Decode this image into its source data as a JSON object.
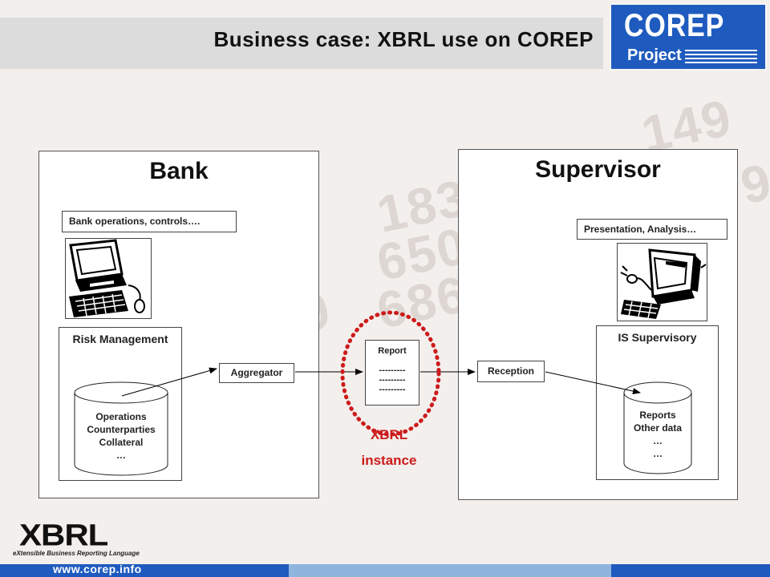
{
  "header": {
    "title": "Business case: XBRL use on COREP"
  },
  "logo": {
    "main": "COREP",
    "sub": "Project"
  },
  "bank": {
    "title": "Bank",
    "operations_label": "Bank operations, controls….",
    "risk_management_title": "Risk Management",
    "database_lines": [
      "Operations",
      "Counterparties",
      "Collateral",
      "…"
    ],
    "aggregator_label": "Aggregator"
  },
  "report": {
    "title": "Report",
    "lines": [
      "---------",
      "---------",
      "---------"
    ]
  },
  "xbrl_instance": {
    "line1": "XBRL",
    "line2": "instance"
  },
  "supervisor": {
    "title": "Supervisor",
    "presentation_label": "Presentation, Analysis…",
    "reception_label": "Reception",
    "is_supervisory_title": "IS Supervisory",
    "database_lines": [
      "Reports",
      "Other data",
      "…",
      "…"
    ]
  },
  "footer": {
    "url": "www.corep.info",
    "xbrl_logo_text": "XBRL",
    "xbrl_logo_tagline": "eXtensible Business Reporting Language"
  },
  "colors": {
    "accent_blue": "#1f5bbf",
    "xbrl_red": "#cc1b1b",
    "footer_blue": "#8fb4de"
  }
}
